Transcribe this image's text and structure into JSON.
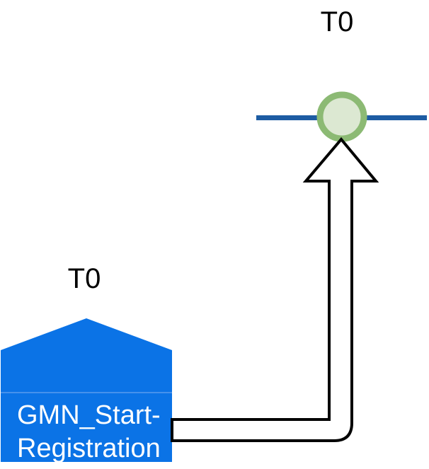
{
  "colors": {
    "background": "#FFFFFF",
    "timeline_blue": "#1D5CA3",
    "circle_ring_green": "#8CBA74",
    "circle_fill_green": "#DCE8D2",
    "arrow_fill": "#FFFFFF",
    "arrow_outline": "#000000",
    "process_blue": "#0B73E6",
    "process_divider": "#5B9BEE",
    "process_text": "#FFFFFF",
    "label_text": "#000000"
  },
  "timeline": {
    "tag": "T0"
  },
  "event_circle": {
    "name": "timeline-event"
  },
  "process": {
    "tag": "T0",
    "name_line1": "GMN_Start-",
    "name_line2": "Registration",
    "full_name": "GMN_Start-Registration"
  }
}
